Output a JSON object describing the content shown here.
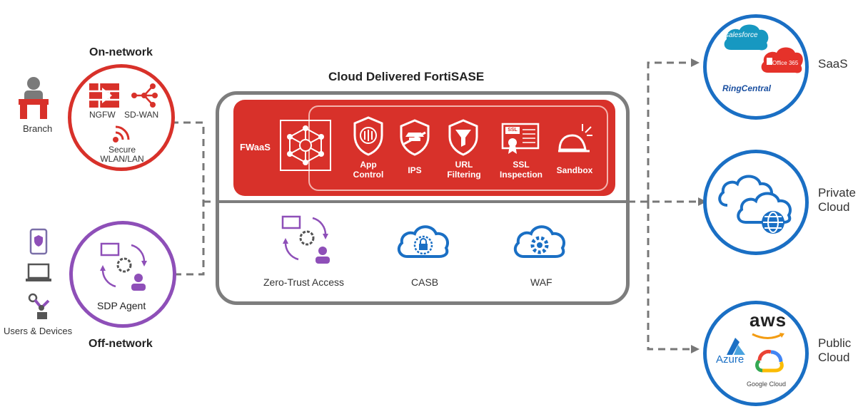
{
  "title": "Cloud Delivered FortiSASE",
  "on_network": "On-network",
  "off_network": "Off-network",
  "branch": "Branch",
  "users_devices": "Users & Devices",
  "ngfw": "NGFW",
  "sdwan": "SD-WAN",
  "secure_wlan": [
    "Secure",
    "WLAN/LAN"
  ],
  "sdp_agent": "SDP Agent",
  "fwaas": "FWaaS",
  "services": [
    {
      "lines": [
        "App",
        "Control"
      ],
      "icon": "app-control-shield-icon"
    },
    {
      "lines": [
        "IPS"
      ],
      "icon": "ips-shield-icon"
    },
    {
      "lines": [
        "URL",
        "Filtering"
      ],
      "icon": "url-filter-shield-icon"
    },
    {
      "lines": [
        "SSL",
        "Inspection"
      ],
      "icon": "ssl-certificate-icon"
    },
    {
      "lines": [
        "Sandbox"
      ],
      "icon": "sandbox-icon"
    }
  ],
  "ssl_badge": "SSL",
  "bottom_services": [
    "Zero-Trust Access",
    "CASB",
    "WAF"
  ],
  "saas": "SaaS",
  "private_cloud": [
    "Private",
    "Cloud"
  ],
  "public_cloud": [
    "Public",
    "Cloud"
  ],
  "logos": {
    "salesforce": "salesforce",
    "office": "Office 365",
    "ringcentral": "RingCentral",
    "aws": "aws",
    "azure": "Azure",
    "google": "Google Cloud"
  },
  "colors": {
    "red": "#d8312a",
    "purple": "#8e4fb8",
    "blue": "#1a6fc4",
    "gray": "#777777"
  }
}
